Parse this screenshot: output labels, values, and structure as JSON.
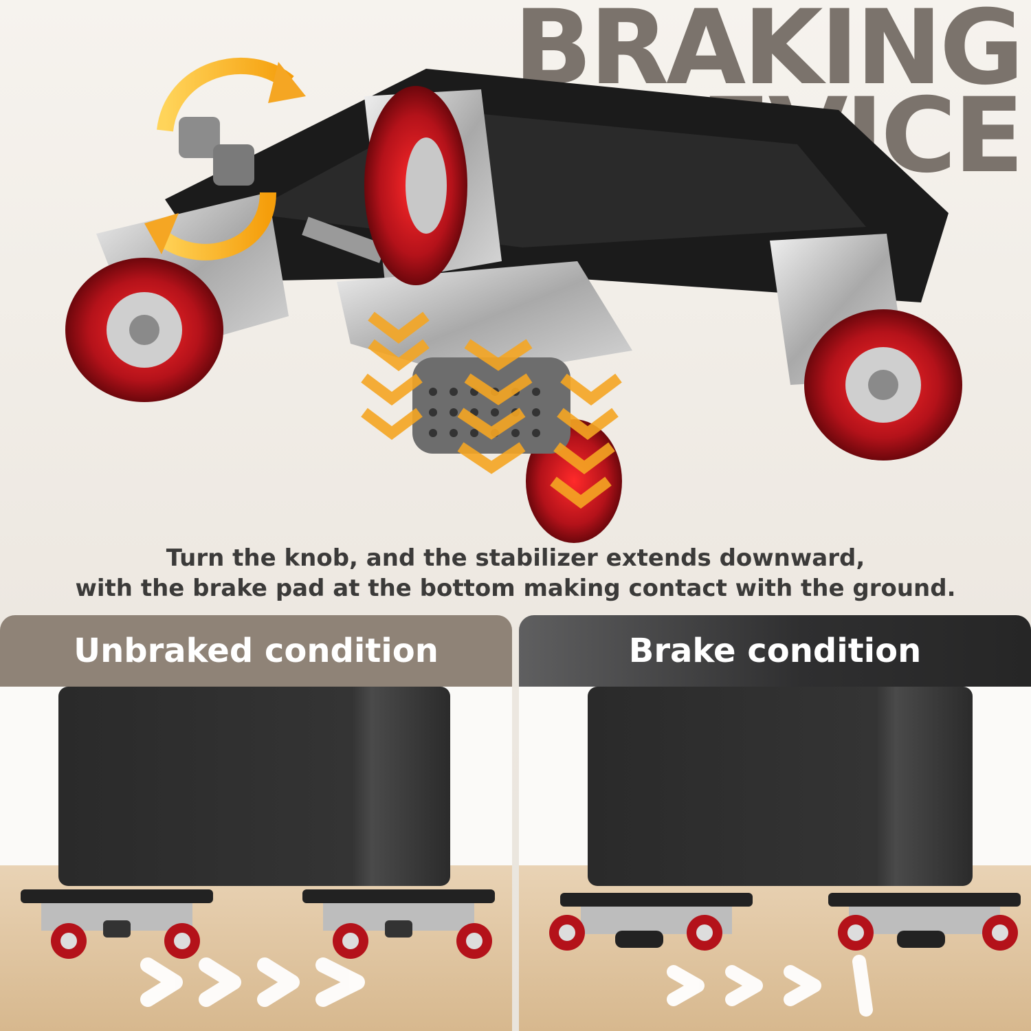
{
  "headline": {
    "line1": "BRAKING",
    "line2": "DEVICE"
  },
  "description": {
    "line1": "Turn the knob, and the stabilizer extends downward,",
    "line2": "with the brake pad at the bottom making contact with the ground."
  },
  "panels": [
    {
      "title": "Unbraked condition"
    },
    {
      "title": "Brake condition"
    }
  ],
  "colors": {
    "wheel_red": "#b4121a",
    "arrow_orange": "#f5a623",
    "header_left": "#8f8377",
    "header_right": "#2f2f30",
    "headline_gray": "#7b736c"
  }
}
